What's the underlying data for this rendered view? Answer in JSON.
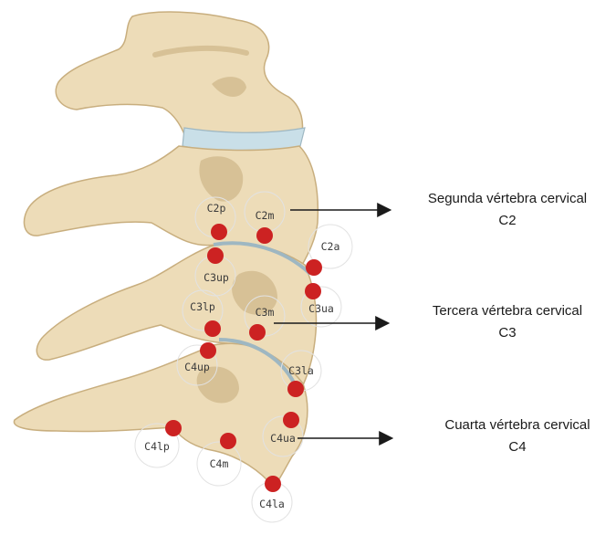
{
  "captions": {
    "c2": {
      "line1": "Segunda vértebra cervical",
      "line2": "C2"
    },
    "c3": {
      "line1": "Tercera vértebra cervical",
      "line2": "C3"
    },
    "c4": {
      "line1": "Cuarta vértebra cervical",
      "line2": "C4"
    }
  },
  "landmarks": {
    "c2p": "C2p",
    "c2m": "C2m",
    "c2a": "C2a",
    "c3up": "C3up",
    "c3ua": "C3ua",
    "c3lp": "C3lp",
    "c3m": "C3m",
    "c3la": "C3la",
    "c4up": "C4up",
    "c4ua": "C4ua",
    "c4lp": "C4lp",
    "c4m": "C4m",
    "c4la": "C4la"
  },
  "colors": {
    "bone": "#eddcb8",
    "bone_shadow": "#d7c196",
    "bone_outline": "#c8ae7e",
    "disc": "#c9dfe8",
    "disc_line": "#9eb7c2",
    "landmark": "#cc2222",
    "arrow": "#1a1a1a"
  }
}
